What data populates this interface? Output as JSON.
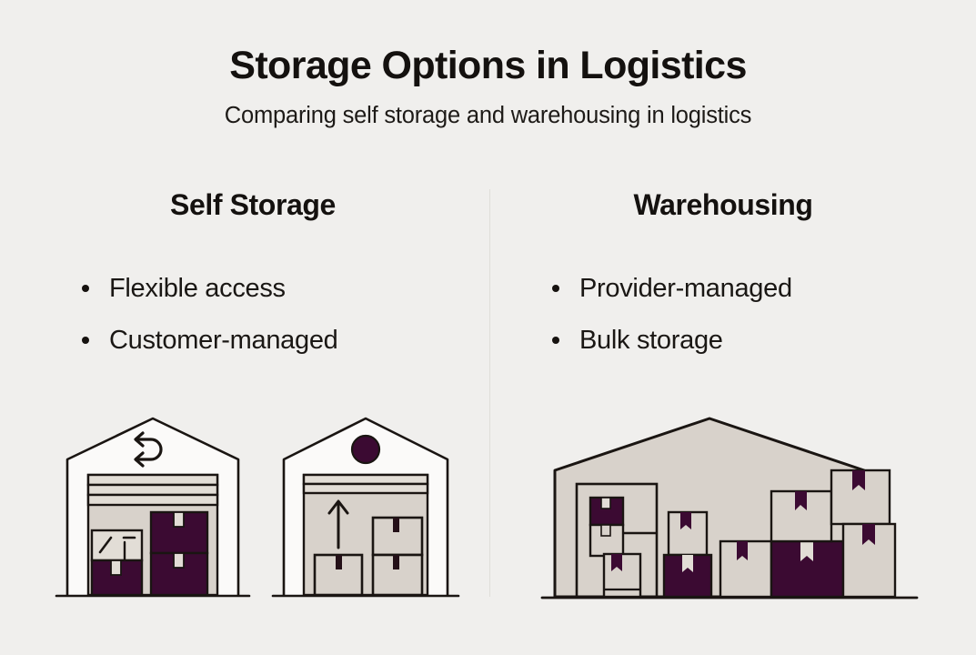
{
  "header": {
    "title": "Storage Options in Logistics",
    "subtitle": "Comparing self storage and warehousing in logistics"
  },
  "columns": [
    {
      "id": "self-storage",
      "heading": "Self Storage",
      "bullets": [
        "Flexible access",
        "Customer-managed"
      ],
      "illustrations": [
        {
          "id": "storage-unit-return",
          "name": "storage-unit-with-return-arrow",
          "icon": "return-arrow-icon",
          "description": "Gabled self storage unit with roller shutter and return arrow in gable"
        },
        {
          "id": "storage-unit-upload",
          "name": "storage-unit-with-up-arrow",
          "icon": "up-arrow-icon",
          "description": "Gabled self storage unit with roller shutter, circle badge in gable and up arrow"
        }
      ]
    },
    {
      "id": "warehousing",
      "heading": "Warehousing",
      "bullets": [
        "Provider-managed",
        "Bulk storage"
      ],
      "illustrations": [
        {
          "id": "warehouse-bulk",
          "name": "warehouse-with-bulk-boxes",
          "icon": "warehouse-icon",
          "description": "Large gabled warehouse with many stacked cartons"
        }
      ]
    }
  ],
  "colors": {
    "background": "#f0efed",
    "ink": "#14110f",
    "stroke": "#1a1512",
    "beige": "#d8d2cb",
    "beige_light": "#e2ddd6",
    "plum": "#3b0a32",
    "divider": "#e0ded9"
  }
}
